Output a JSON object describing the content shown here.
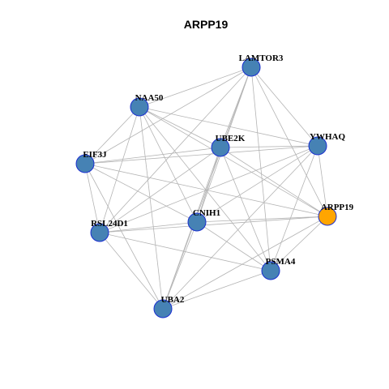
{
  "title": "ARPP19",
  "colors": {
    "node_fill": "#4682b4",
    "highlight_fill": "#ffa500",
    "node_stroke": "#1a2fd0",
    "edge": "#b4b4b4"
  },
  "nodes": [
    {
      "id": "LAMTOR3",
      "label": "LAMTOR3",
      "highlight": false
    },
    {
      "id": "NAA50",
      "label": "NAA50",
      "highlight": false
    },
    {
      "id": "UBE2K",
      "label": "UBE2K",
      "highlight": false
    },
    {
      "id": "YWHAQ",
      "label": "YWHAQ",
      "highlight": false
    },
    {
      "id": "EIF3J",
      "label": "EIF3J",
      "highlight": false
    },
    {
      "id": "ARPP19",
      "label": "ARPP19",
      "highlight": true
    },
    {
      "id": "CNIH1",
      "label": "CNIH1",
      "highlight": false
    },
    {
      "id": "RSL24D1",
      "label": "RSL24D1",
      "highlight": false
    },
    {
      "id": "PSMA4",
      "label": "PSMA4",
      "highlight": false
    },
    {
      "id": "UBA2",
      "label": "UBA2",
      "highlight": false
    }
  ],
  "edges": [
    [
      "LAMTOR3",
      "NAA50"
    ],
    [
      "LAMTOR3",
      "UBE2K"
    ],
    [
      "LAMTOR3",
      "YWHAQ"
    ],
    [
      "LAMTOR3",
      "EIF3J"
    ],
    [
      "LAMTOR3",
      "ARPP19"
    ],
    [
      "LAMTOR3",
      "CNIH1"
    ],
    [
      "LAMTOR3",
      "RSL24D1"
    ],
    [
      "LAMTOR3",
      "PSMA4"
    ],
    [
      "LAMTOR3",
      "UBA2"
    ],
    [
      "NAA50",
      "UBE2K"
    ],
    [
      "NAA50",
      "YWHAQ"
    ],
    [
      "NAA50",
      "EIF3J"
    ],
    [
      "NAA50",
      "ARPP19"
    ],
    [
      "NAA50",
      "CNIH1"
    ],
    [
      "NAA50",
      "RSL24D1"
    ],
    [
      "NAA50",
      "PSMA4"
    ],
    [
      "NAA50",
      "UBA2"
    ],
    [
      "UBE2K",
      "YWHAQ"
    ],
    [
      "UBE2K",
      "EIF3J"
    ],
    [
      "UBE2K",
      "ARPP19"
    ],
    [
      "UBE2K",
      "CNIH1"
    ],
    [
      "UBE2K",
      "RSL24D1"
    ],
    [
      "UBE2K",
      "PSMA4"
    ],
    [
      "UBE2K",
      "UBA2"
    ],
    [
      "YWHAQ",
      "EIF3J"
    ],
    [
      "YWHAQ",
      "ARPP19"
    ],
    [
      "YWHAQ",
      "CNIH1"
    ],
    [
      "YWHAQ",
      "RSL24D1"
    ],
    [
      "YWHAQ",
      "PSMA4"
    ],
    [
      "YWHAQ",
      "UBA2"
    ],
    [
      "EIF3J",
      "ARPP19"
    ],
    [
      "EIF3J",
      "CNIH1"
    ],
    [
      "EIF3J",
      "RSL24D1"
    ],
    [
      "EIF3J",
      "UBA2"
    ],
    [
      "ARPP19",
      "CNIH1"
    ],
    [
      "ARPP19",
      "RSL24D1"
    ],
    [
      "ARPP19",
      "PSMA4"
    ],
    [
      "ARPP19",
      "UBA2"
    ],
    [
      "CNIH1",
      "RSL24D1"
    ],
    [
      "CNIH1",
      "PSMA4"
    ],
    [
      "CNIH1",
      "UBA2"
    ],
    [
      "RSL24D1",
      "PSMA4"
    ],
    [
      "RSL24D1",
      "UBA2"
    ],
    [
      "PSMA4",
      "UBA2"
    ]
  ]
}
